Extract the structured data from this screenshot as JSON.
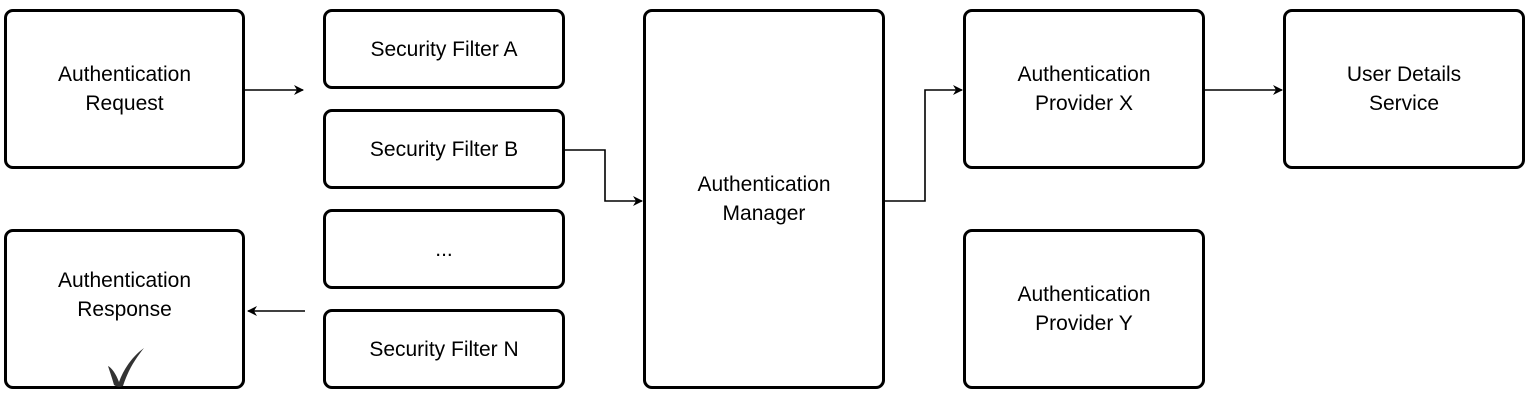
{
  "nodes": {
    "auth_request": "Authentication Request",
    "filter_a": "Security Filter A",
    "filter_b": "Security Filter B",
    "filter_ellipsis": "...",
    "filter_n": "Security Filter N",
    "auth_response": "Authentication Response",
    "auth_manager": "Authentication Manager",
    "provider_x": "Authentication Provider X",
    "provider_y": "Authentication Provider Y",
    "user_details": "User Details Service"
  },
  "icons": {
    "success": "checkmark-icon"
  },
  "colors": {
    "stroke": "#000000",
    "checkmark": "#333333"
  }
}
